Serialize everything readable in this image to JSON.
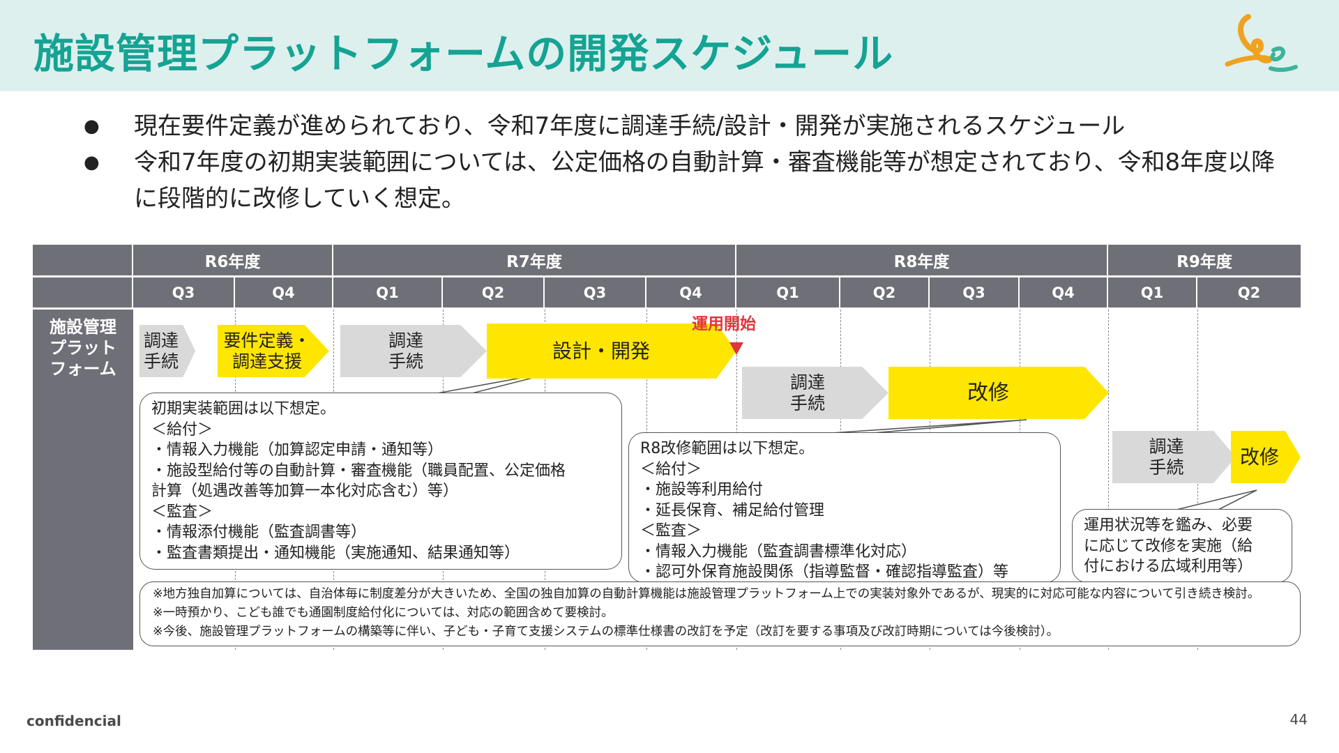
{
  "header": {
    "title": "施設管理プラットフォームの開発スケジュール",
    "logo_icon": "brand-logo-icon",
    "background_color": "#ddf0ee",
    "title_color": "#15a393"
  },
  "bullets": [
    "現在要件定義が進められており、令和7年度に調達手続/設計・開発が実施されるスケジュール",
    "令和7年度の初期実装範囲については、公定価格の自動計算・審査機能等が想定されており、令和8年度以降に段階的に改修していく想定。"
  ],
  "schedule": {
    "years": [
      "R6年度",
      "R7年度",
      "R8年度",
      "R9年度"
    ],
    "quarters": [
      "Q3",
      "Q4",
      "Q1",
      "Q2",
      "Q3",
      "Q4",
      "Q1",
      "Q2",
      "Q3",
      "Q4",
      "Q1",
      "Q2"
    ],
    "row_label": [
      "施設管理",
      "プラット",
      "フォーム"
    ],
    "tasks": {
      "r6_procure": [
        "調達",
        "手続"
      ],
      "r6_requirements": [
        "要件定義・",
        "調達支援"
      ],
      "r7_procure": [
        "調達",
        "手続"
      ],
      "r7_design": "設計・開発",
      "r8_procure": [
        "調達",
        "手続"
      ],
      "r8_modify": "改修",
      "r9_procure": [
        "調達",
        "手続"
      ],
      "r9_modify": "改修"
    },
    "operation_start": "運用開始",
    "callout_initial": [
      "初期実装範囲は以下想定。",
      "＜給付＞",
      "・情報入力機能（加算認定申請・通知等）",
      "・施設型給付等の自動計算・審査機能（職員配置、公定価格",
      "計算（処遇改善等加算一本化対応含む）等）",
      "＜監査＞",
      "・情報添付機能（監査調書等）",
      "・監査書類提出・通知機能（実施通知、結果通知等）"
    ],
    "callout_r8": [
      "R8改修範囲は以下想定。",
      "＜給付＞",
      "・施設等利用給付",
      "・延長保育、補足給付管理",
      "＜監査＞",
      "・情報入力機能（監査調書標準化対応）",
      "・認可外保育施設関係（指導監督・確認指導監査）等"
    ],
    "callout_r9": [
      "運用状況等を鑑み、必要",
      "に応じて改修を実施（給",
      "付における広域利用等）"
    ],
    "notes": [
      "※地方独自加算については、自治体毎に制度差分が大きいため、全国の独自加算の自動計算機能は施設管理プラットフォーム上での実装対象外であるが、現実的に対応可能な内容について引き続き検討。",
      "※一時預かり、こども誰でも通園制度給付化については、対応の範囲含めて要検討。",
      "※今後、施設管理プラットフォームの構築等に伴い、子ども・子育て支援システムの標準仕様書の改訂を予定（改訂を要する事項及び改訂時期については今後検討）。"
    ],
    "colors": {
      "header_gray": "#6f6f77",
      "arrow_gray": "#d9d9d9",
      "arrow_yellow": "#ffe600",
      "operation_red": "#e0353c"
    }
  },
  "footer": {
    "confidential": "confidencial",
    "page_number": "44"
  }
}
